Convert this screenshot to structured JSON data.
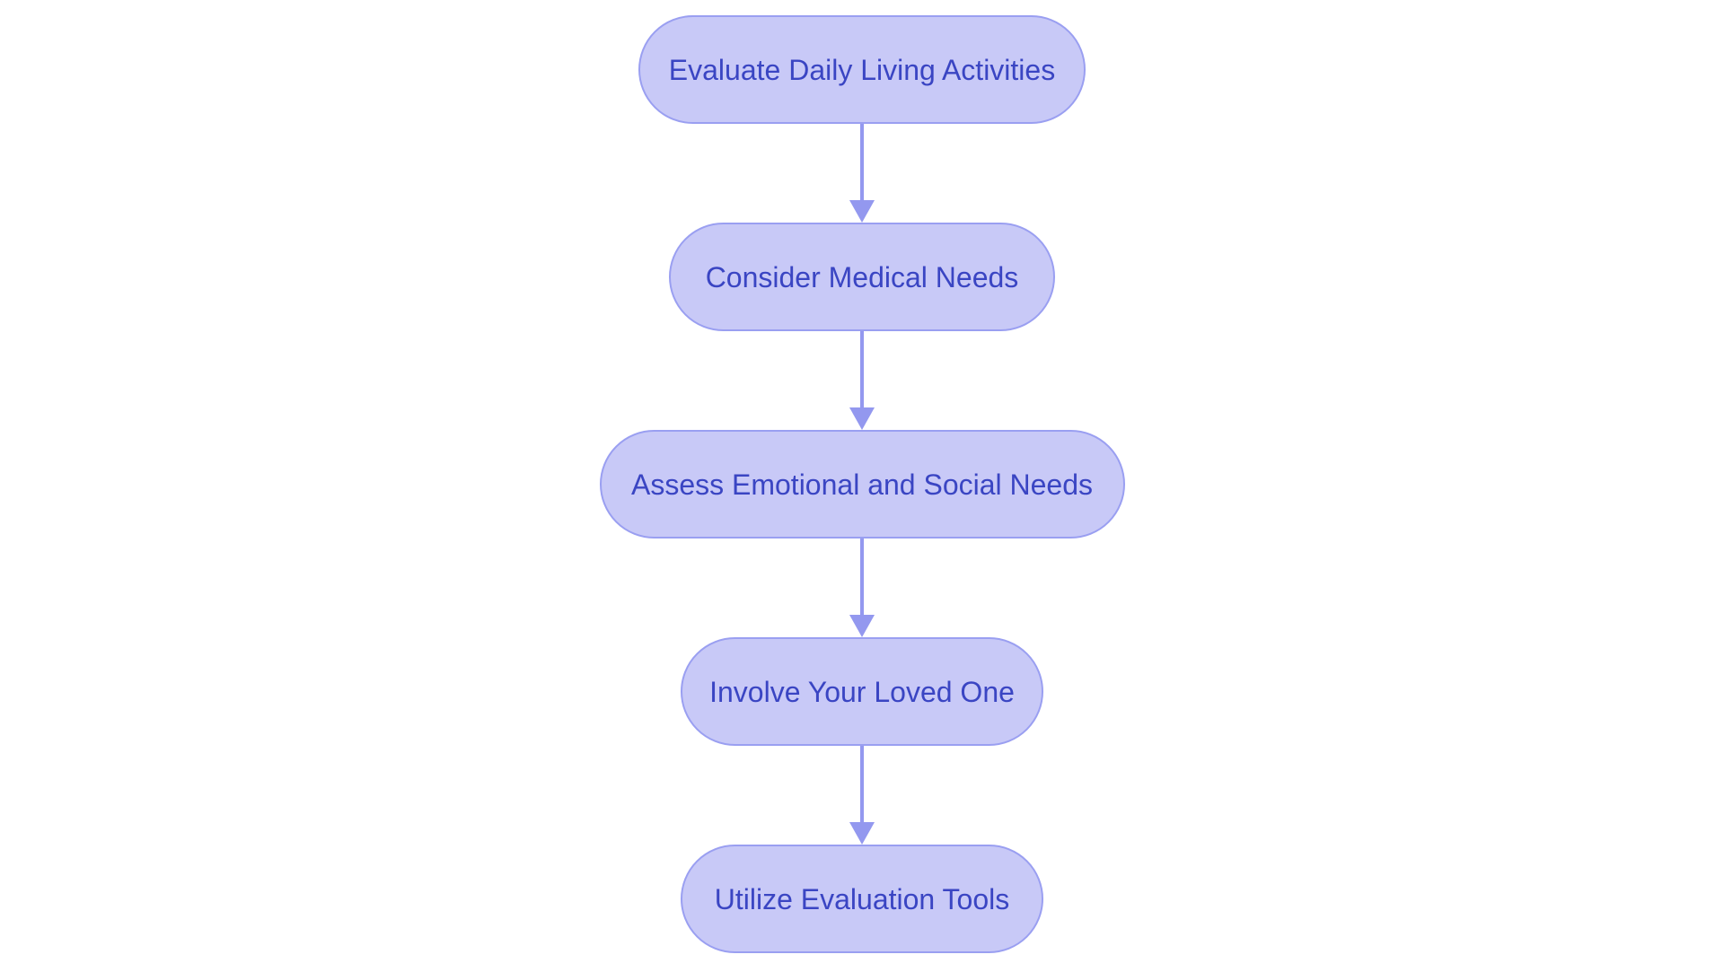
{
  "diagram": {
    "type": "flowchart",
    "flow_direction": "top-down",
    "nodes": [
      {
        "id": "evaluate-daily-living-activities",
        "label": "Evaluate Daily Living Activities"
      },
      {
        "id": "consider-medical-needs",
        "label": "Consider Medical Needs"
      },
      {
        "id": "assess-emotional-and-social-needs",
        "label": "Assess Emotional and Social Needs"
      },
      {
        "id": "involve-your-loved-one",
        "label": "Involve Your Loved One"
      },
      {
        "id": "utilize-evaluation-tools",
        "label": "Utilize Evaluation Tools"
      }
    ],
    "edges": [
      {
        "from": "evaluate-daily-living-activities",
        "to": "consider-medical-needs"
      },
      {
        "from": "consider-medical-needs",
        "to": "assess-emotional-and-social-needs"
      },
      {
        "from": "assess-emotional-and-social-needs",
        "to": "involve-your-loved-one"
      },
      {
        "from": "involve-your-loved-one",
        "to": "utilize-evaluation-tools"
      }
    ]
  },
  "colors": {
    "background": "#ffffff",
    "node_fill": "#c8c9f7",
    "node_border": "#9a9ff1",
    "node_text": "#3a45c3",
    "arrow": "#9398ef"
  }
}
